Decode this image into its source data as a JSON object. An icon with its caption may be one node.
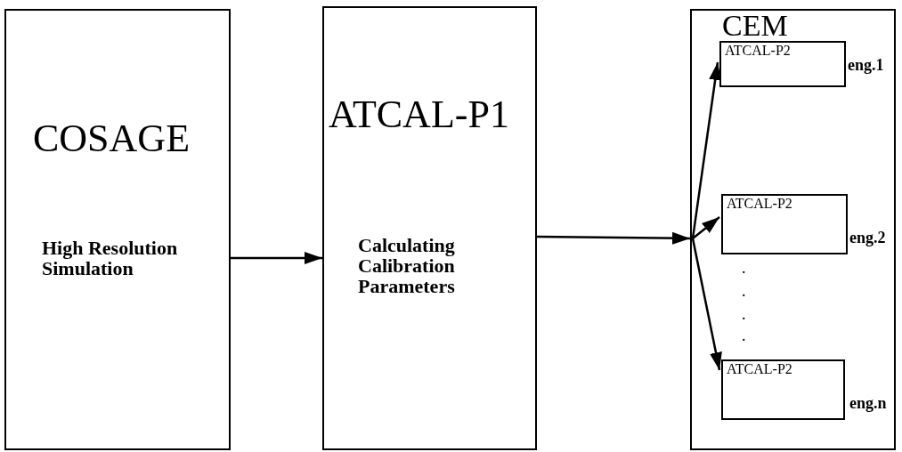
{
  "diagram": {
    "nodes": [
      {
        "text": [
          "COSAGE",
          "High Resolution Simulation"
        ]
      },
      {
        "text": [
          "ATCAL-P1",
          "Calculating Calibration Parameters"
        ]
      },
      {
        "text": [
          "CEM"
        ]
      },
      {
        "text": [
          "ATCAL-P2"
        ],
        "in": 2,
        "beside": [
          "eng.1"
        ]
      },
      {
        "text": [
          "ATCAL-P2"
        ],
        "in": 2,
        "beside": [
          "eng.2"
        ]
      },
      {
        "text": [
          "ATCAL-P2"
        ],
        "in": 2,
        "beside": [
          "eng.n"
        ]
      }
    ],
    "edges": [
      {
        "from": 0,
        "to": 1,
        "arrow": "to"
      },
      {
        "from": 1,
        "to": 2,
        "arrow": "to"
      },
      {
        "from": 2,
        "to": 3,
        "arrow": "to"
      },
      {
        "from": 2,
        "to": 4,
        "arrow": "to"
      },
      {
        "from": 2,
        "to": 5,
        "arrow": "to"
      }
    ],
    "labels": [
      ".",
      ".",
      ".",
      "."
    ]
  }
}
